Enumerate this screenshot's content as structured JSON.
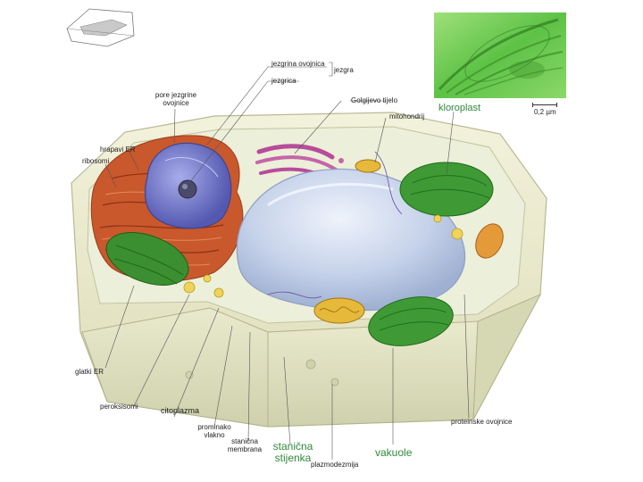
{
  "labels": {
    "nuclear_envelope": "jezgrina ovojnica",
    "nucleus": "jezgra",
    "nucleolus": "jezgrica",
    "nuclear_pores_1": "pore jezgrine",
    "nuclear_pores_2": "ovojnice",
    "rough_er": "hrapavi ER",
    "ribosomes": "ribosomi",
    "golgi": "Golgijevo tijelo",
    "mitochondria": "mitohondrij",
    "chloroplast": "kloroplast",
    "scale": "0,2 µm",
    "smooth_er": "glatki ER",
    "peroxisomes": "peroksisomi",
    "cytoplasm": "citoplazma",
    "intermediate_1": "prominako",
    "intermediate_2": "vlakno",
    "membrane_1": "stanična",
    "membrane_2": "membrana",
    "cell_wall_1": "stanična",
    "cell_wall_2": "stijenka",
    "plasmodesmata": "plazmodezmija",
    "vacuole": "vakuole",
    "protein_fibers": "proteinske ovojnice"
  },
  "colors": {
    "cell_wall": "#e6e7c8",
    "rough_er": "#c9582d",
    "nucleus": "#6f74c8",
    "vacuole": "#cbd6ea",
    "chloroplast": "#3f9a35",
    "golgi": "#b74c9a",
    "mitochondrion": "#e59a3a",
    "label_green": "#2f8a3a"
  },
  "icons": {
    "orientation": "cell-orientation-icon",
    "micrograph": "chloroplast-micrograph"
  }
}
